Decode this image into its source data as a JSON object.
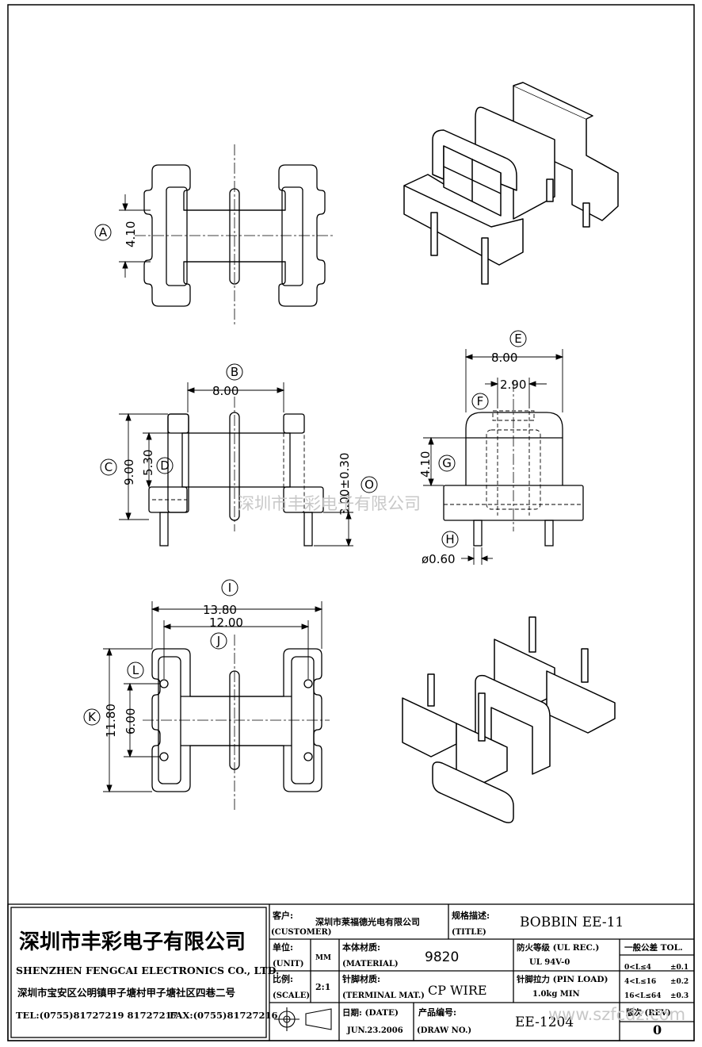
{
  "drawing": {
    "top_view": {
      "label_a": "A",
      "dim_a": "4.10"
    },
    "front_view": {
      "label_b": "B",
      "dim_b": "8.00",
      "label_c": "C",
      "dim_c": "9.00",
      "label_d": "D",
      "dim_d": "5.30",
      "label_o": "O",
      "dim_o": "3.00±0.30"
    },
    "side_view": {
      "label_e": "E",
      "dim_e": "8.00",
      "label_f": "F",
      "dim_f": "2.90",
      "label_g": "G",
      "dim_g": "4.10",
      "label_h": "H",
      "dim_h": "ø0.60"
    },
    "bottom_view": {
      "label_i": "I",
      "dim_i": "13.80",
      "dim_i2": "12.00",
      "label_j": "J",
      "label_k": "K",
      "dim_k": "11.80",
      "label_l": "L",
      "dim_l": "6.00"
    },
    "watermark_center": "深圳市丰彩电子有限公司",
    "watermark_corner": "www.szfcdz.com"
  },
  "title_block": {
    "company_cn": "深圳市丰彩电子有限公司",
    "company_en": "SHENZHEN FENGCAI ELECTRONICS CO., LTD.",
    "address": "深圳市宝安区公明镇甲子塘村甲子塘社区四巷二号",
    "tel": "TEL:(0755)81727219  81727217",
    "fax": "FAX:(0755)81727216",
    "customer_label": "客户:",
    "customer_label_en": "(CUSTOMER)",
    "customer_value": "深圳市莱福德光电有限公司",
    "title_label": "规格描述:",
    "title_label_en": "(TITLE)",
    "title_value": "BOBBIN EE-11",
    "unit_label": "单位:",
    "unit_label_en": "(UNIT)",
    "unit_value": "MM",
    "material_label": "本体材质:",
    "material_label_en": "(MATERIAL)",
    "material_value": "9820",
    "ul_label": "防火等级 (UL REC.)",
    "ul_value": "UL 94V-0",
    "tol_label": "一般公差 TOL.",
    "tol_rows": [
      {
        "range": "0<L≤4",
        "tol": "±0.1"
      },
      {
        "range": "4<L≤16",
        "tol": "±0.2"
      },
      {
        "range": "16<L≤64",
        "tol": "±0.3"
      }
    ],
    "scale_label": "比例:",
    "scale_label_en": "(SCALE)",
    "scale_value": "2:1",
    "terminal_label": "针脚材质:",
    "terminal_label_en": "(TERMINAL MAT.)",
    "terminal_value": "CP WIRE",
    "pin_load_label": "针脚拉力 (PIN LOAD)",
    "pin_load_value": "1.0kg MIN",
    "date_label": "日期:  (DATE)",
    "date_value": "JUN.23.2006",
    "drawno_label": "产品编号:",
    "drawno_label_en": "(DRAW NO.)",
    "drawno_value": "EE-1204",
    "rev_label": "版次 (REV)",
    "rev_value": "0"
  }
}
